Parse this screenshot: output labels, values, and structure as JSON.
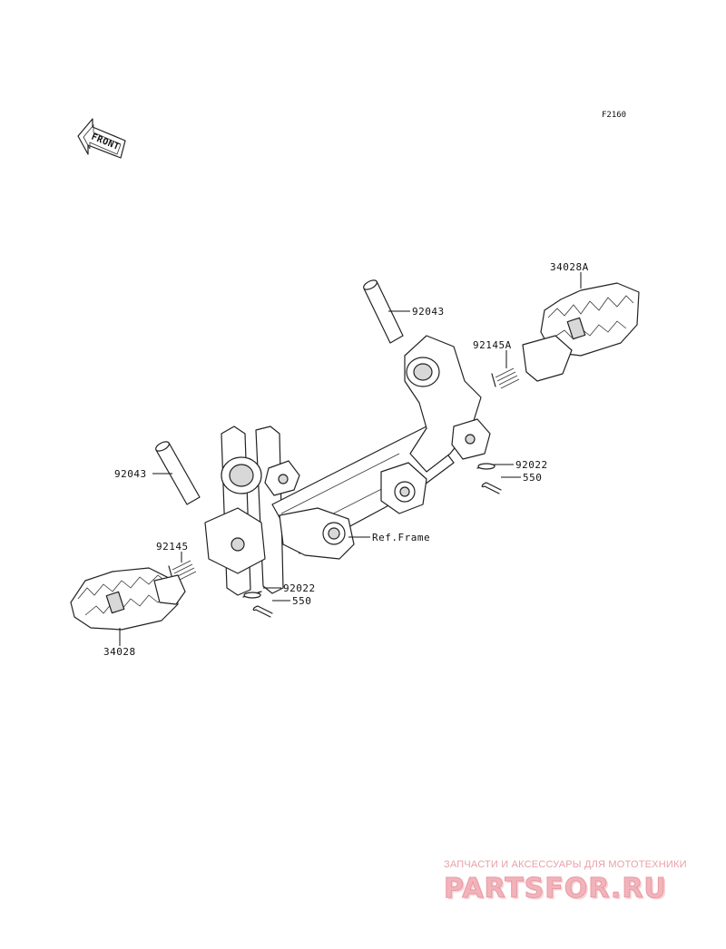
{
  "figure_code": "F2160",
  "front_arrow_label": "FRONT",
  "labels": {
    "pin_right": "92043",
    "peg_right": "34028A",
    "spring_right": "92145A",
    "washer_right": "92022",
    "cotter_right": "550",
    "frame_ref": "Ref.Frame",
    "pin_left": "92043",
    "spring_left": "92145",
    "washer_left": "92022",
    "cotter_left": "550",
    "peg_left": "34028"
  },
  "watermark": {
    "tagline": "ЗАПЧАСТИ И АКСЕССУАРЫ ДЛЯ МОТОТЕХНИКИ",
    "logo": "PARTSFOR.RU",
    "color": "#f2b3ba"
  }
}
